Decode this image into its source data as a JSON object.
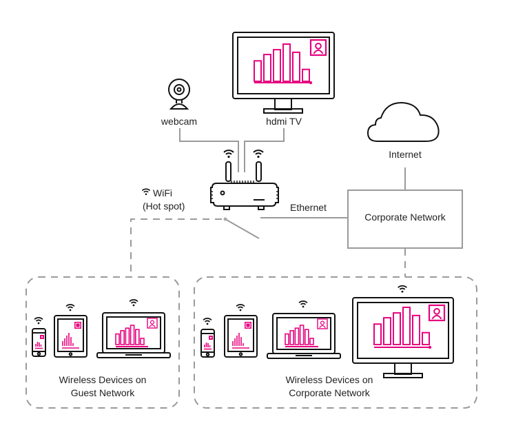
{
  "diagram": {
    "accent_color": "#e6007e",
    "line_color": "#9a9a9a",
    "labels": {
      "webcam": "webcam",
      "hdmi_tv": "hdmi TV",
      "internet": "Internet",
      "wifi": "WiFi",
      "hotspot": "(Hot spot)",
      "ethernet": "Ethernet",
      "corporate_network": "Corporate Network",
      "guest_group_line1": "Wireless Devices on",
      "guest_group_line2": "Guest Network",
      "corp_group_line1": "Wireless Devices on",
      "corp_group_line2": "Corporate Network"
    },
    "icons": {
      "cloud": "cloud-icon",
      "router": "wifi-router-icon",
      "webcam": "webcam-icon",
      "monitor": "monitor-icon",
      "laptop": "laptop-icon",
      "tablet": "tablet-icon",
      "phone": "smartphone-icon",
      "wifi": "wifi-icon",
      "user": "user-icon"
    },
    "screen_chart_relative_bars": [
      0.55,
      0.72,
      0.85,
      1.0,
      0.78,
      0.32
    ]
  }
}
